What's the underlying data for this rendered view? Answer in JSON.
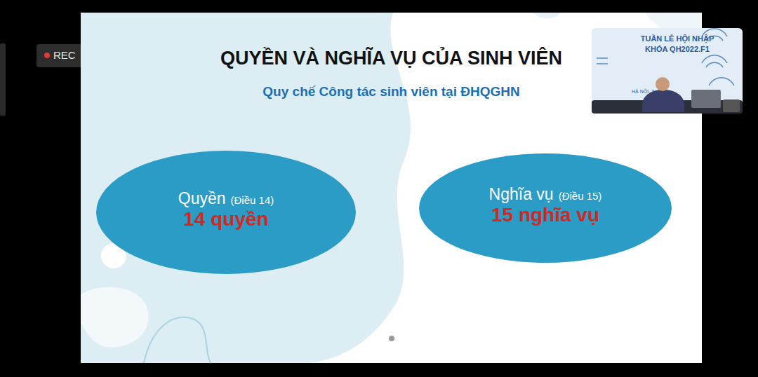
{
  "diagram": {
    "title": "QUYỀN VÀ NGHĨA VỤ CỦA SINH VIÊN",
    "nodes": [
      {
        "text": [
          "Quyền",
          "(Điều 14)",
          "14 quyền"
        ]
      },
      {
        "text": [
          "Nghĩa vụ",
          "(Điều 15)",
          "15 nghĩa vụ"
        ]
      }
    ],
    "labels": [
      "REC",
      "Quy chế Công tác sinh viên tại ĐHQGHN",
      "TUẦN LỄ HỘI NHẬP",
      "KHÓA QH2022.F1",
      "HÀ NỘI, T"
    ]
  }
}
